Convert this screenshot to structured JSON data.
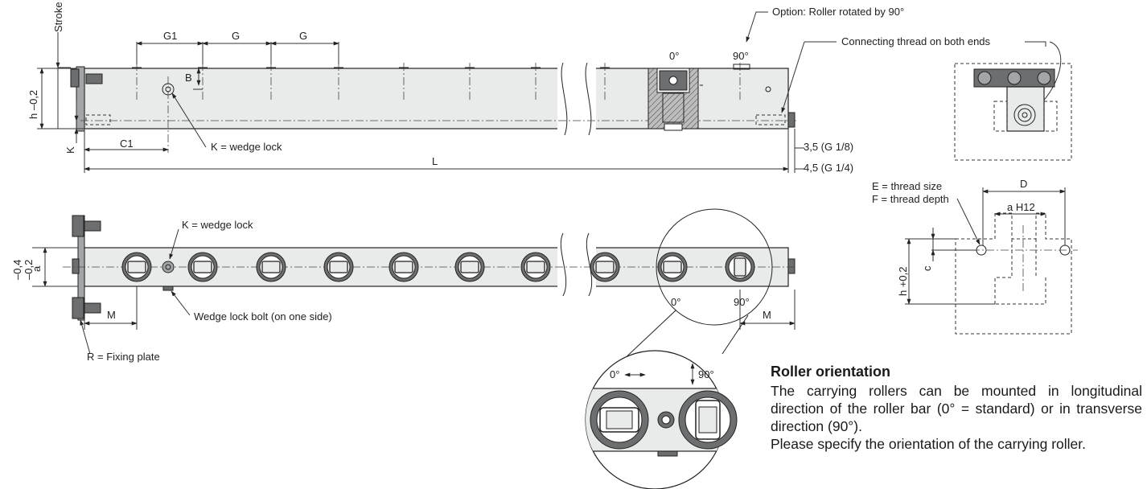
{
  "labels": {
    "stroke": "Stroke",
    "g1": "G1",
    "g": "G",
    "b": "B",
    "h_minus": "h –0,2",
    "k": "K",
    "c1": "C1",
    "k_wedge": "K = wedge lock",
    "l": "L",
    "deg0": "0°",
    "deg90": "90°",
    "option": "Option: Roller rotated by 90°",
    "connecting_thread": "Connecting thread on both ends",
    "thread_18": "3,5 (G 1/8)",
    "thread_14": "4,5 (G 1/4)",
    "d": "D",
    "e_thread": "E = thread size",
    "f_thread": "F = thread depth",
    "a_h12": "a H12",
    "c": "c",
    "h_plus": "h +0,2",
    "a_tol_upper": "–0,4",
    "a_tol_lower": "–0,2",
    "a": "a",
    "m": "M",
    "wedge_bolt": "Wedge lock bolt (on one side)",
    "fixing_plate": "R = Fixing plate"
  },
  "note": {
    "title": "Roller orientation",
    "line1": "The carrying rollers can be mounted in longitudinal direction of the roller bar (0° = standard) or in transverse direction (90°).",
    "line2": "Please specify the orientation of the carrying roller."
  }
}
